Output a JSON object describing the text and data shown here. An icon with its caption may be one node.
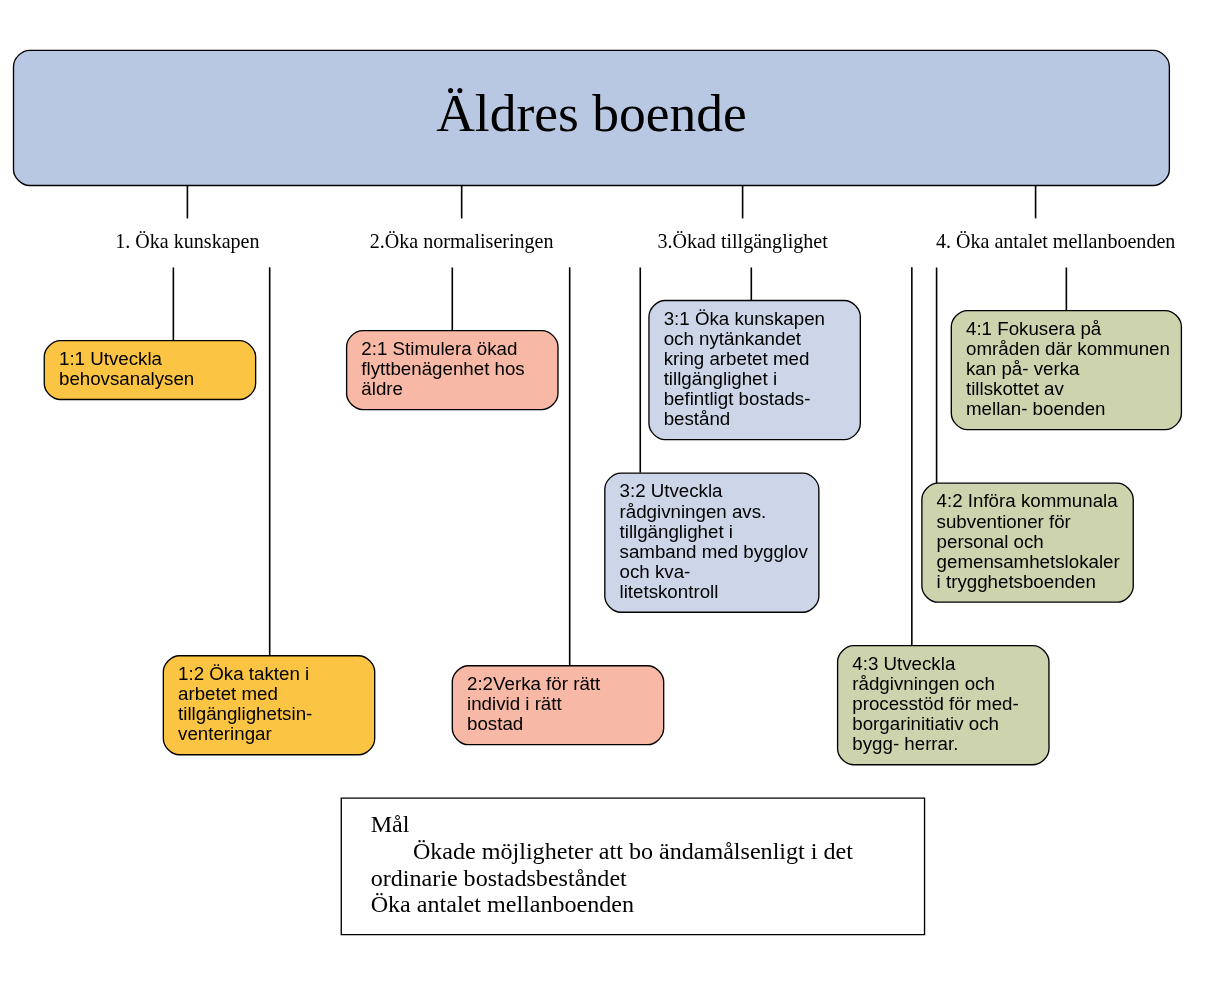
{
  "diagram": {
    "nodes": [
      {
        "text": [
          "Äldres boende"
        ]
      },
      {
        "text": [
          "1. Öka kunskapen"
        ]
      },
      {
        "text": [
          "1:1 Utveckla behovsanalysen"
        ]
      },
      {
        "text": [
          "1:2 Öka takten i arbetet med tillgänglighetsin- venteringar"
        ]
      },
      {
        "text": [
          "2.Öka normaliseringen"
        ]
      },
      {
        "text": [
          "2:1 Stimulera ökad flyttbenägenhet hos äldre"
        ]
      },
      {
        "text": [
          "2:2Verka för rätt individ i rätt bostad"
        ]
      },
      {
        "text": [
          "3.Ökad tillgänglighet"
        ]
      },
      {
        "text": [
          "3:1 Öka kunskapen och nytänkandet kring arbetet med tillgänglighet i befintligt bostads- bestånd"
        ]
      },
      {
        "text": [
          "3:2 Utveckla rådgivningen avs. tillgänglighet i samband med bygglov och kva- litetskontroll"
        ]
      },
      {
        "text": [
          "4. Öka antalet mellanboenden"
        ]
      },
      {
        "text": [
          "4:1 Fokusera på områden där kommunen kan på- verka tillskottet av mellan- boenden"
        ]
      },
      {
        "text": [
          "4:2 Införa kommunala subventioner för personal och gemensamhetslokaler i trygghetsboenden"
        ]
      },
      {
        "text": [
          "4:3 Utveckla rådgivningen och processtöd för med- borgarinitiativ och bygg- herrar."
        ]
      },
      {
        "text": [
          "Mål",
          "Ökade möjligheter att bo ändamålsenligt i det ordinarie bostadsbeståndet",
          "Öka antalet mellanboenden"
        ]
      }
    ],
    "edges": [
      {
        "from": 0,
        "to": 1,
        "arrow": "none"
      },
      {
        "from": 1,
        "to": 2,
        "arrow": "none"
      },
      {
        "from": 1,
        "to": 3,
        "arrow": "none"
      },
      {
        "from": 0,
        "to": 4,
        "arrow": "none"
      },
      {
        "from": 4,
        "to": 5,
        "arrow": "none"
      },
      {
        "from": 4,
        "to": 6,
        "arrow": "none"
      },
      {
        "from": 0,
        "to": 7,
        "arrow": "none"
      },
      {
        "from": 7,
        "to": 8,
        "arrow": "none"
      },
      {
        "from": 7,
        "to": 9,
        "arrow": "none"
      },
      {
        "from": 0,
        "to": 10,
        "arrow": "none"
      },
      {
        "from": 10,
        "to": 11,
        "arrow": "none"
      },
      {
        "from": 10,
        "to": 12,
        "arrow": "none"
      },
      {
        "from": 10,
        "to": 13,
        "arrow": "none"
      }
    ]
  }
}
